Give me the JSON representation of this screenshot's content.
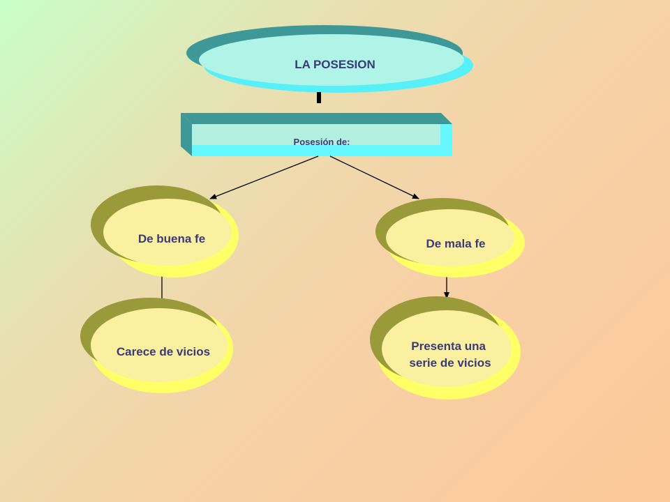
{
  "diagram": {
    "root": {
      "label": "LA POSESION"
    },
    "connector": {
      "label": "Posesión de:"
    },
    "branches": [
      {
        "label": "De buena fe",
        "child": {
          "lines": [
            "Carece de vicios"
          ]
        }
      },
      {
        "label": "De mala fe",
        "child": {
          "lines": [
            "Presenta una",
            "serie de vicios"
          ]
        }
      }
    ]
  },
  "colors": {
    "root_back": "#3e9898",
    "root_front": "#b0f4e8",
    "root_rim": "#58f0f8",
    "connector_side": "#3e9898",
    "connector_face": "#b4f0e0",
    "connector_rim": "#66f8ff",
    "oval_back": "#9a9a3a",
    "oval_front": "#fbefa0",
    "oval_rim": "#ffff66",
    "text": "#3a3a78",
    "arrow": "#000000"
  }
}
